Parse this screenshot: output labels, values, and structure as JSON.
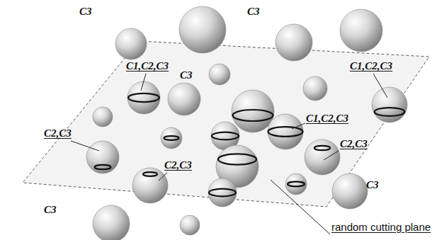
{
  "diagram": {
    "labels": [
      "C3",
      "C3",
      "C3",
      "C1,C2,C3",
      "C1,C2,C3",
      "C1,C2,C3",
      "C2,C3",
      "C2,C3",
      "C2,C3",
      "C3",
      "C3",
      "random cutting plane"
    ]
  }
}
